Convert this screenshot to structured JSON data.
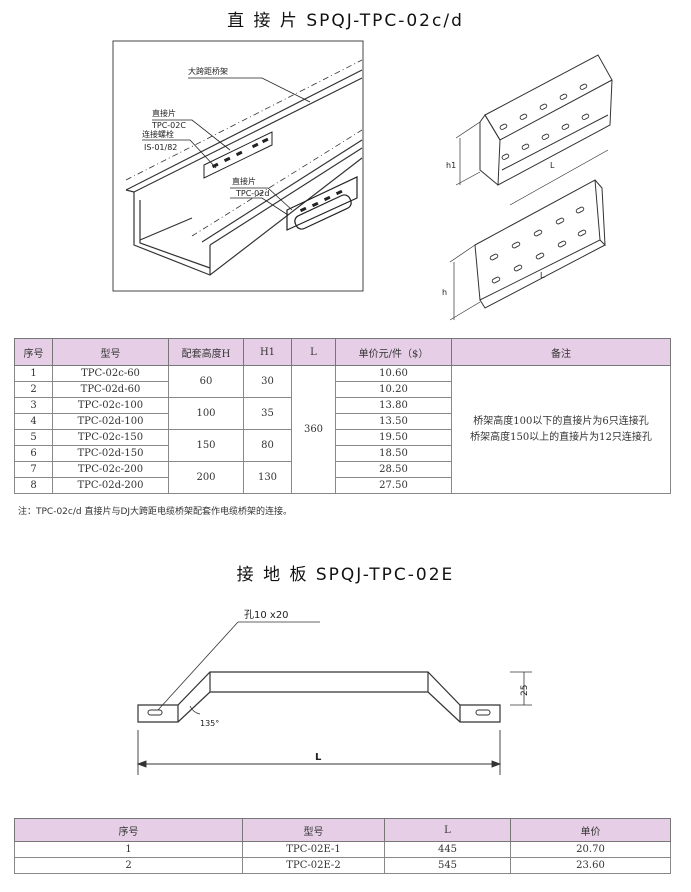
{
  "titles": {
    "section1": "直 接 片 SPQJ-TPC-02c/d",
    "section2": "接 地 板 SPQJ-TPC-02E"
  },
  "drawing1": {
    "label_tray": "大跨距桥架",
    "label_plate_c": "直接片",
    "label_code_c": "TPC-02C",
    "label_bolt": "连接螺栓",
    "label_bolt_code": "IS-01/82",
    "label_plate_d": "直接片",
    "label_code_d": "TPC-02d"
  },
  "drawing2": {
    "label_h1": "h1",
    "label_L_top": "L",
    "label_h": "h",
    "label_L_bottom": "L"
  },
  "table1": {
    "headers": [
      "序号",
      "型号",
      "配套高度H",
      "H1",
      "L",
      "单价元/件（$）",
      "备注"
    ],
    "rows": [
      {
        "no": "1",
        "model": "TPC-02c-60",
        "price": "10.60"
      },
      {
        "no": "2",
        "model": "TPC-02d-60",
        "price": "10.20"
      },
      {
        "no": "3",
        "model": "TPC-02c-100",
        "price": "13.80"
      },
      {
        "no": "4",
        "model": "TPC-02d-100",
        "price": "13.50"
      },
      {
        "no": "5",
        "model": "TPC-02c-150",
        "price": "19.50"
      },
      {
        "no": "6",
        "model": "TPC-02d-150",
        "price": "18.50"
      },
      {
        "no": "7",
        "model": "TPC-02c-200",
        "price": "28.50"
      },
      {
        "no": "8",
        "model": "TPC-02d-200",
        "price": "27.50"
      }
    ],
    "groups": [
      {
        "height": "60",
        "h1": "30"
      },
      {
        "height": "100",
        "h1": "35"
      },
      {
        "height": "150",
        "h1": "80"
      },
      {
        "height": "200",
        "h1": "130"
      }
    ],
    "length": "360",
    "note_line1": "桥架高度100以下的直接片为6只连接孔",
    "note_line2": "桥架高度150以上的直接片为12只连接孔"
  },
  "footnote": "注：TPC-02c/d 直接片与DJ大跨距电缆桥架配套作电缆桥架的连接。",
  "drawing3": {
    "label_hole": "孔10 x20",
    "label_angle": "135°",
    "label_height": "25",
    "label_length": "L"
  },
  "table2": {
    "headers": [
      "序号",
      "型号",
      "L",
      "单价"
    ],
    "rows": [
      {
        "no": "1",
        "model": "TPC-02E-1",
        "length": "445",
        "price": "20.70"
      },
      {
        "no": "2",
        "model": "TPC-02E-2",
        "length": "545",
        "price": "23.60"
      }
    ]
  }
}
